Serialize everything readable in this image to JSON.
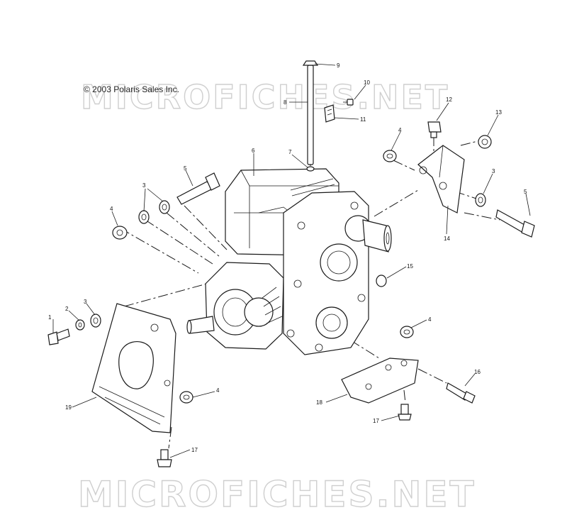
{
  "copyright": "© 2003 Polaris Sales Inc.",
  "watermark": "MICROFICHES.NET",
  "callouts": [
    {
      "id": "c1",
      "label": "1"
    },
    {
      "id": "c2",
      "label": "2"
    },
    {
      "id": "c3a",
      "label": "3"
    },
    {
      "id": "c3b",
      "label": "3"
    },
    {
      "id": "c3c",
      "label": "3"
    },
    {
      "id": "c4a",
      "label": "4"
    },
    {
      "id": "c4b",
      "label": "4"
    },
    {
      "id": "c4c",
      "label": "4"
    },
    {
      "id": "c4d",
      "label": "4"
    },
    {
      "id": "c5a",
      "label": "5"
    },
    {
      "id": "c5b",
      "label": "5"
    },
    {
      "id": "c6",
      "label": "6"
    },
    {
      "id": "c7",
      "label": "7"
    },
    {
      "id": "c8",
      "label": "8"
    },
    {
      "id": "c9",
      "label": "9"
    },
    {
      "id": "c10",
      "label": "10"
    },
    {
      "id": "c11",
      "label": "11"
    },
    {
      "id": "c12",
      "label": "12"
    },
    {
      "id": "c13",
      "label": "13"
    },
    {
      "id": "c14",
      "label": "14"
    },
    {
      "id": "c15",
      "label": "15"
    },
    {
      "id": "c16",
      "label": "16"
    },
    {
      "id": "c17a",
      "label": "17"
    },
    {
      "id": "c17b",
      "label": "17"
    },
    {
      "id": "c18",
      "label": "18"
    },
    {
      "id": "c19",
      "label": "19"
    }
  ]
}
